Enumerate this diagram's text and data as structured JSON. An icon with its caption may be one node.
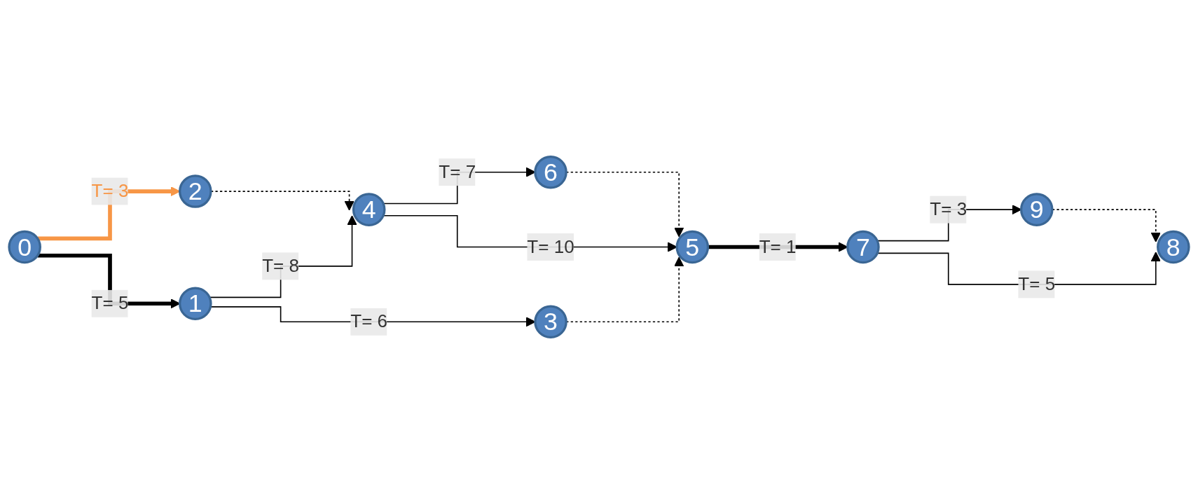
{
  "diagram": {
    "nodes": [
      {
        "text": [
          "0"
        ]
      },
      {
        "text": [
          "2"
        ]
      },
      {
        "text": [
          "1"
        ]
      },
      {
        "text": [
          "4"
        ]
      },
      {
        "text": [
          "3"
        ]
      },
      {
        "text": [
          "6"
        ]
      },
      {
        "text": [
          "5"
        ]
      },
      {
        "text": [
          "7"
        ]
      },
      {
        "text": [
          "9"
        ]
      },
      {
        "text": [
          "8"
        ]
      }
    ],
    "edges": [
      {
        "from": 0,
        "to": 1,
        "arrow": "to",
        "label": "T= 3",
        "style": "thick",
        "color": "#f79646"
      },
      {
        "from": 0,
        "to": 2,
        "arrow": "to",
        "label": "T= 5",
        "style": "thick"
      },
      {
        "from": 1,
        "to": 3,
        "arrow": "to",
        "style": "dashed"
      },
      {
        "from": 2,
        "to": 3,
        "arrow": "to",
        "label": "T= 8"
      },
      {
        "from": 2,
        "to": 4,
        "arrow": "to",
        "label": "T= 6"
      },
      {
        "from": 3,
        "to": 5,
        "arrow": "to",
        "label": "T= 7"
      },
      {
        "from": 3,
        "to": 6,
        "arrow": "to",
        "label": "T= 10"
      },
      {
        "from": 4,
        "to": 6,
        "arrow": "to",
        "style": "dashed"
      },
      {
        "from": 5,
        "to": 6,
        "arrow": "to",
        "style": "dashed"
      },
      {
        "from": 6,
        "to": 7,
        "arrow": "to",
        "label": "T= 1",
        "style": "thick"
      },
      {
        "from": 7,
        "to": 8,
        "arrow": "to",
        "label": "T= 3"
      },
      {
        "from": 7,
        "to": 9,
        "arrow": "to",
        "label": "T= 5"
      },
      {
        "from": 8,
        "to": 9,
        "arrow": "to",
        "style": "dashed"
      }
    ]
  }
}
